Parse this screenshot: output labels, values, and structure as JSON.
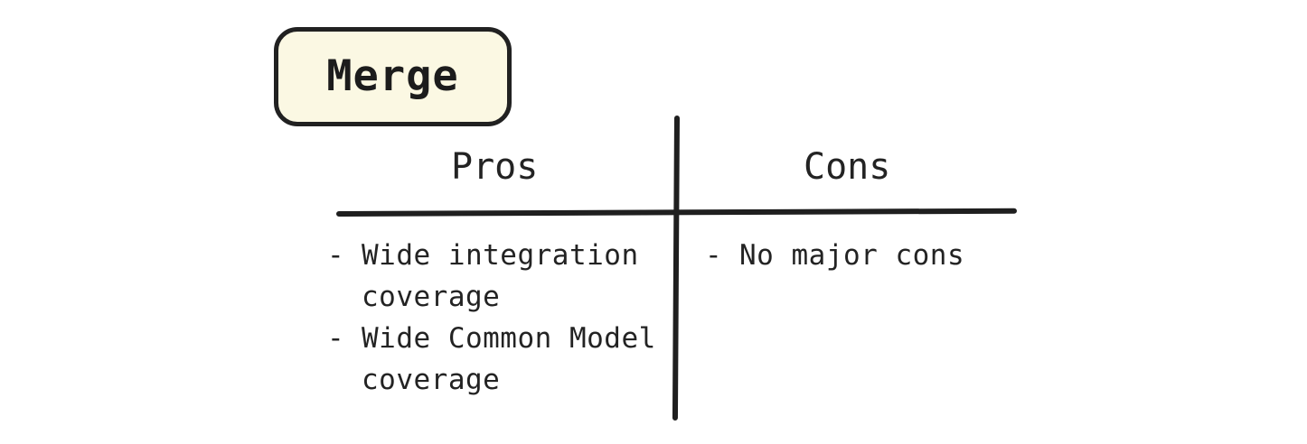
{
  "badge": {
    "label": "Merge",
    "fill_color": "#FBF8E3",
    "border_color": "#212121"
  },
  "table": {
    "columns": [
      {
        "key": "pros",
        "header": "Pros",
        "items": [
          {
            "marker": "-",
            "text": "Wide integration coverage"
          },
          {
            "marker": "-",
            "text": "Wide Common Model coverage"
          }
        ]
      },
      {
        "key": "cons",
        "header": "Cons",
        "items": [
          {
            "marker": "-",
            "text": "No major cons"
          }
        ]
      }
    ],
    "rule_color": "#1F1F1F"
  },
  "theme": {
    "background": "#FFFFFF",
    "text_color": "#232323"
  }
}
